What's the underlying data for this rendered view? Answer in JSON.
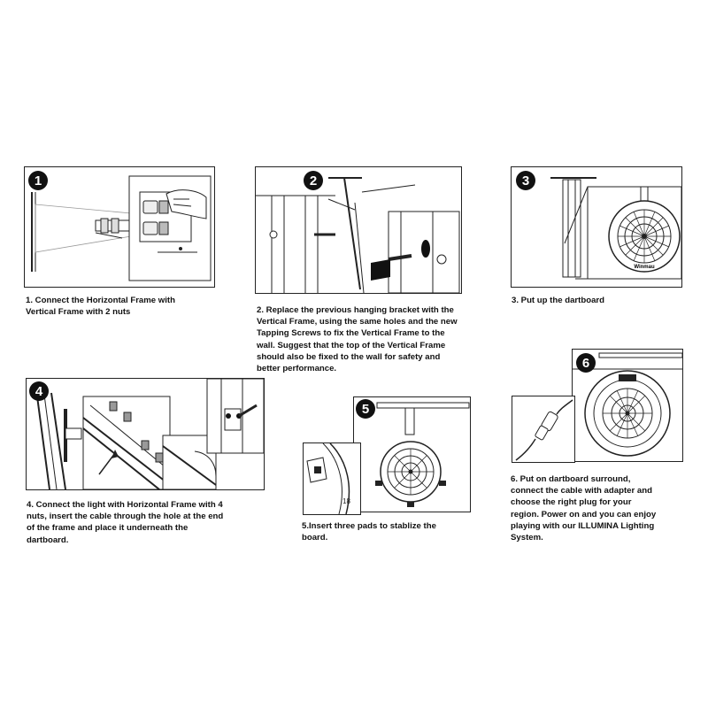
{
  "steps": [
    {
      "number": "1",
      "text": "1. Connect the Horizontal Frame with\nVertical Frame with 2 nuts"
    },
    {
      "number": "2",
      "text": "2. Replace the previous hanging bracket with the\nVertical Frame, using the same holes and the new\nTapping Screws to fix the Vertical Frame to the\nwall. Suggest that the top of the Vertical Frame\nshould also be fixed to the wall for safety and\nbetter performance."
    },
    {
      "number": "3",
      "text": "3. Put up the dartboard"
    },
    {
      "number": "4",
      "text": "4. Connect the light with Horizontal Frame with 4\nnuts, insert the cable through the hole at the end\nof the frame and place it underneath the\ndartboard."
    },
    {
      "number": "5",
      "text": "5.Insert three pads to stablize the\nboard."
    },
    {
      "number": "6",
      "text": "6. Put on dartboard surround,\nconnect the cable with adapter and\nchoose the right plug for your\nregion. Power on and you can enjoy\nplaying with our ILLUMINA Lighting\nSystem."
    }
  ],
  "board_brand": "Winmau",
  "icons": [
    "nut-icon",
    "screw-icon",
    "dartboard-icon",
    "light-bar-icon",
    "plug-adapter-icon",
    "hand-icon",
    "pad-icon"
  ]
}
